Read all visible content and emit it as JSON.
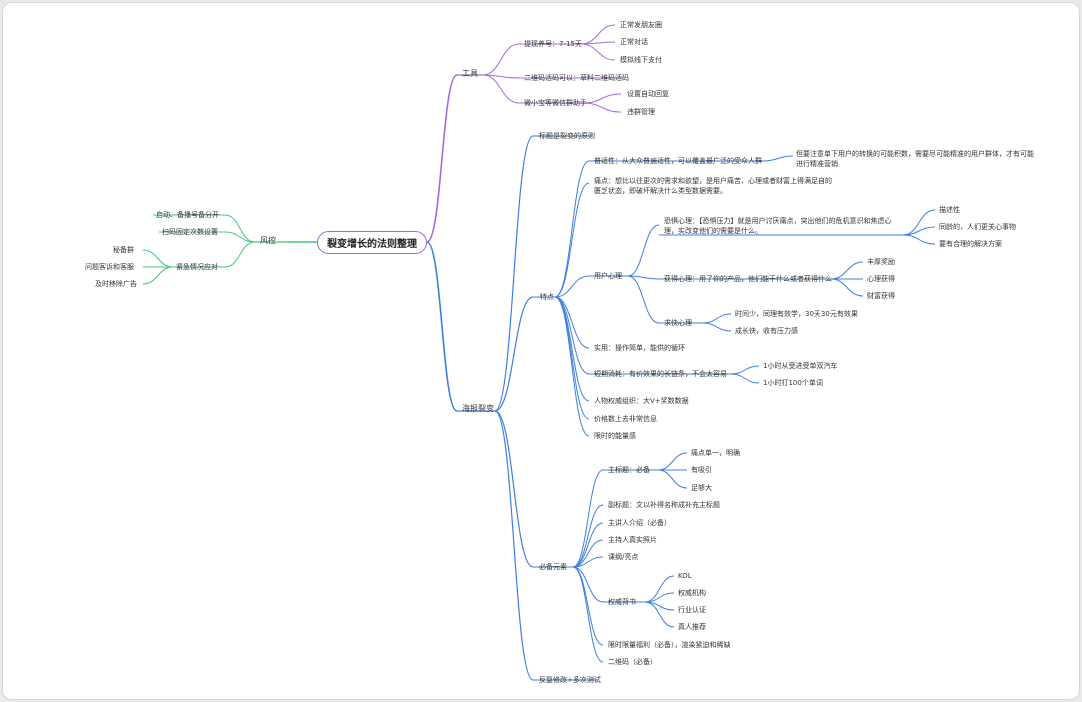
{
  "title": "裂变增长的法则整理",
  "colors": {
    "purple": "#a46ad9",
    "blue": "#3d7fe0",
    "green": "#3fc97a"
  },
  "branches": {
    "tools": {
      "label": "工具",
      "children": [
        {
          "label": "提现养号：7-15天",
          "children": [
            "正常发朋友圈",
            "正常对话",
            "模拟线下支付"
          ]
        },
        {
          "label": "二维码活码可以：草料二维码活码"
        },
        {
          "label": "微小宝等微信群助手",
          "children": [
            "设置自动回复",
            "违群管理"
          ]
        }
      ]
    },
    "risk": {
      "label": "风控",
      "children": [
        {
          "label": "启动、备播号备分开"
        },
        {
          "label": "扫码固定次数设置"
        },
        {
          "label": "紧急情况应对",
          "children": [
            "秘备群",
            "问题客诉和客服",
            "及时移除广告"
          ]
        }
      ]
    },
    "poster": {
      "label": "海报裂变",
      "children": [
        {
          "label": "标题是裂变的原则"
        },
        {
          "label": "特点",
          "children": [
            {
              "label": "普适性：从大众普遍适性，可以覆盖最广泛的受众人群",
              "children": [
                "但要注意单下用户的转换的可能积数，需要尽可能精准的用户群体，才有可能进行精准营销"
              ]
            },
            {
              "label": "痛点：想比以往更次的需求和欲望，是用户痛苦、心理或者财富上得满足自的匮乏状态，即破坏解决什么类型数据需要。"
            },
            {
              "label": "用户心理",
              "children": [
                {
                  "label": "恐惧心理：【恐惧压力】就是用户讨厌痛点，突出他们的危机意识和焦虑心理，实改变他们的需要是什么。",
                  "children": [
                    "描述性",
                    "同龄的，人们更关心事物",
                    "要有合理的解决方案"
                  ]
                },
                {
                  "label": "获得心理：用了你的产品，他们能干什么或者获得什么",
                  "children": [
                    "丰厚奖励",
                    "心理获得",
                    "财富获得"
                  ]
                },
                {
                  "label": "求快心理",
                  "children": [
                    "时间少，同理有效学，30天30元有效果",
                    "成长快，收有压力感"
                  ]
                }
              ]
            },
            {
              "label": "实用：操作简单，能供的循环"
            },
            {
              "label": "短期消耗：有价效果的长链条，不会太容易",
              "children": [
                "1小时从受进受单双汽车",
                "1小时打100个单词"
              ]
            },
            {
              "label": "人物权威组织：大V+奖数数据"
            },
            {
              "label": "价格数上去非常信息"
            },
            {
              "label": "限时的能量感"
            }
          ]
        },
        {
          "label": "必备元素",
          "children": [
            {
              "label": "主标题：必备",
              "children": [
                "痛点单一，明确",
                "有吸引",
                "足够大"
              ]
            },
            {
              "label": "副标题：文以补得名称成补充主标题"
            },
            {
              "label": "主讲人介绍（必备）"
            },
            {
              "label": "主持人真实照片"
            },
            {
              "label": "课纲/亮点"
            },
            {
              "label": "权威背书",
              "children": [
                "KOL",
                "权威机构",
                "行业认证",
                "真人推荐"
              ]
            },
            {
              "label": "限时限量福利（必备），渲染紧迫和稀缺"
            },
            {
              "label": "二维码（必备）"
            }
          ]
        },
        {
          "label": "反复修改+多次测试"
        }
      ]
    }
  }
}
